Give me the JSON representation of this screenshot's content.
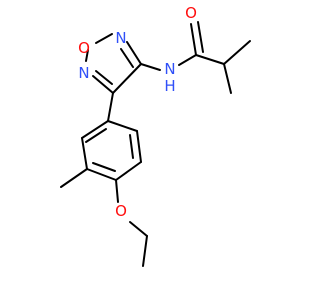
{
  "colors": {
    "bond": "#000000",
    "carbon": "#000000",
    "oxygen": "#ff0d0d",
    "nitrogen": "#3050f8"
  },
  "atoms": [
    {
      "id": "O_ring",
      "label": "O",
      "element": "oxygen"
    },
    {
      "id": "N_ring_upper",
      "label": "N",
      "element": "nitrogen"
    },
    {
      "id": "N_ring_lower",
      "label": "N",
      "element": "nitrogen"
    },
    {
      "id": "N_amide",
      "label": "N\nH",
      "element": "nitrogen"
    },
    {
      "id": "O_carbonyl",
      "label": "O",
      "element": "oxygen"
    },
    {
      "id": "O_ether",
      "label": "O",
      "element": "oxygen"
    }
  ]
}
